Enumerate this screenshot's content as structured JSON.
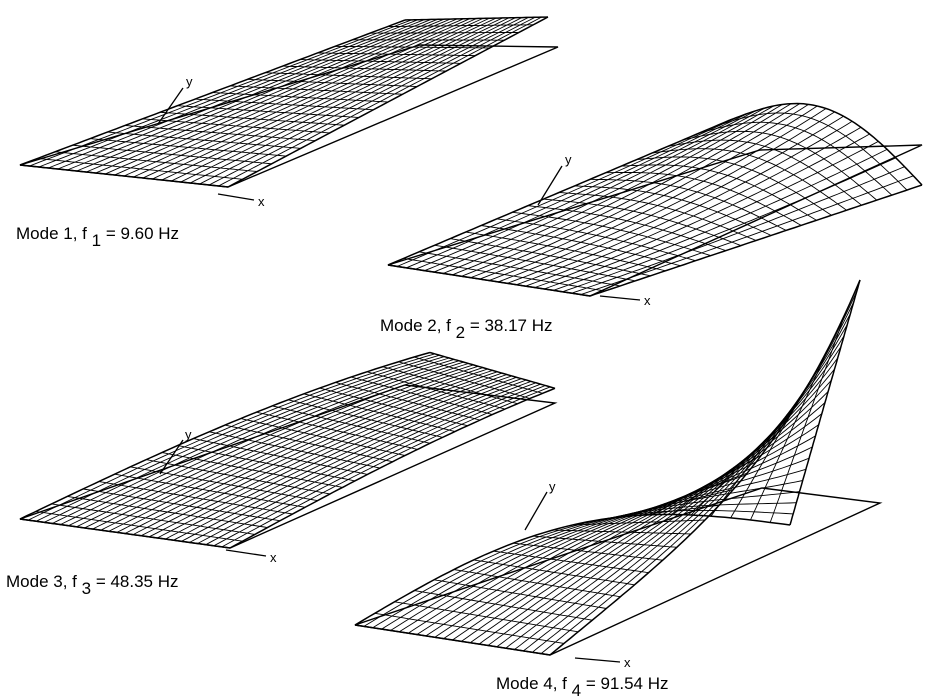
{
  "modes": [
    {
      "id": "mode-1",
      "label": "Mode 1, f",
      "sub": "1",
      "value": "= 9.60 Hz",
      "x_axis": "x",
      "y_axis": "y"
    },
    {
      "id": "mode-2",
      "label": "Mode 2, f",
      "sub": "2",
      "value": "= 38.17 Hz",
      "x_axis": "x",
      "y_axis": "y"
    },
    {
      "id": "mode-3",
      "label": "Mode 3, f",
      "sub": "3",
      "value": "= 48.35 Hz",
      "x_axis": "x",
      "y_axis": "y"
    },
    {
      "id": "mode-4",
      "label": "Mode 4, f",
      "sub": "4",
      "value": "= 91.54 Hz",
      "x_axis": "x",
      "y_axis": "y"
    }
  ]
}
